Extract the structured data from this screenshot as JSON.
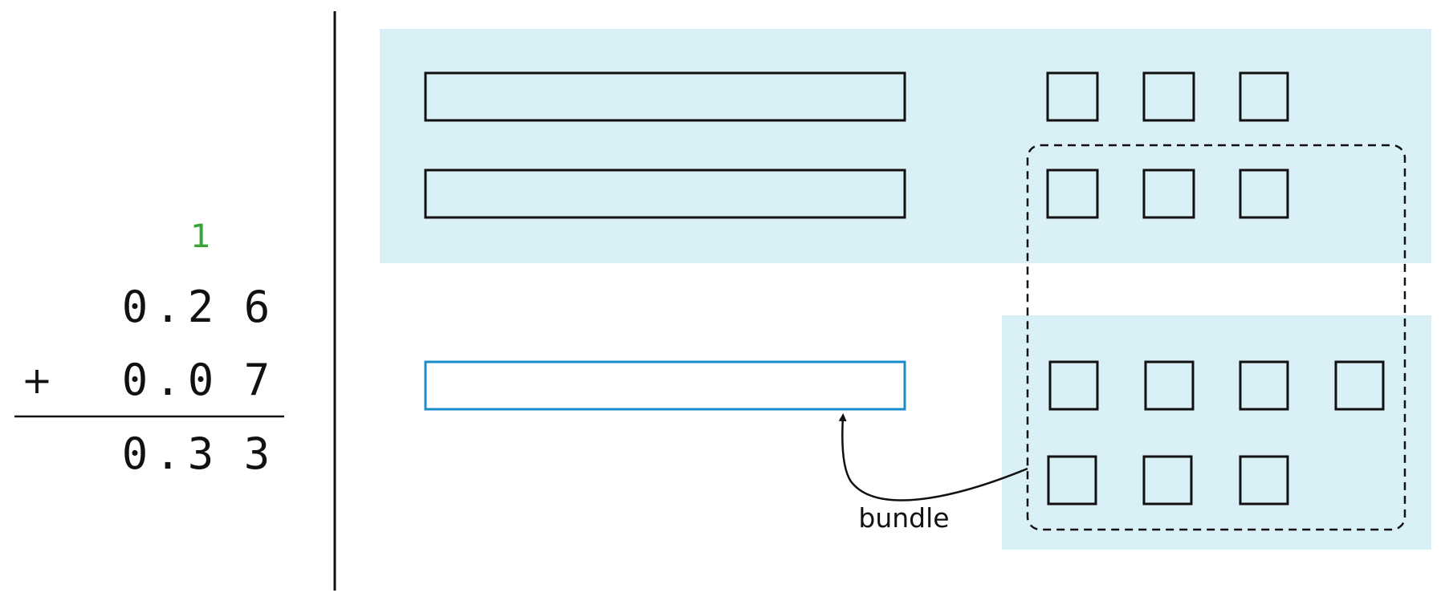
{
  "colors": {
    "region_fill": "#daf0f7",
    "stroke": "#111111",
    "highlight": "#1b8cc9",
    "carry": "#3aa335"
  },
  "computation": {
    "carry_digit": "1",
    "addend1": [
      "0",
      ".",
      "2",
      "6"
    ],
    "operator": "+",
    "addend2": [
      "0",
      ".",
      "0",
      "7"
    ],
    "sum": [
      "0",
      ".",
      "3",
      "3"
    ]
  },
  "blocks": {
    "top_group": {
      "tenths": 2,
      "hundredths": 6
    },
    "bottom_group": {
      "tenths": 0,
      "hundredths": 7
    },
    "new_tenth_from_bundle": 1,
    "hundredths_bundled": 10
  },
  "annotation": {
    "bundle_label": "bundle"
  }
}
